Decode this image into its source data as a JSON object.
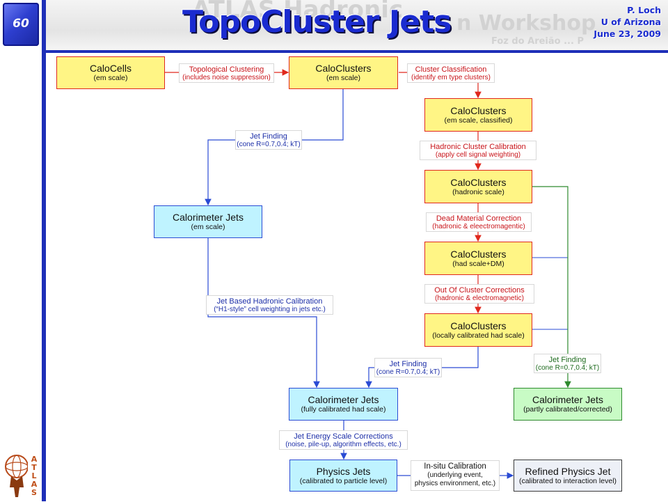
{
  "header": {
    "page_number": "60",
    "title": "TopoCluster Jets",
    "author": "P. Loch",
    "affiliation": "U of Arizona",
    "date": "June 23, 2009",
    "watermark_line1": "ATLAS Hadronic",
    "watermark_line2": "n Workshop",
    "watermark_line3": "Foz do Areião ... P"
  },
  "logo": {
    "text": "ATLAS"
  },
  "colors": {
    "accent_blue": "#1e2fb8",
    "red_path": "#e0281d",
    "blue_path": "#2a4bd4",
    "green_path": "#2e8a2e"
  },
  "nodes": {
    "calocells": {
      "title": "CaloCells",
      "sub": "(em scale)"
    },
    "caloclusters_em": {
      "title": "CaloClusters",
      "sub": "(em scale)"
    },
    "caloclusters_classified": {
      "title": "CaloClusters",
      "sub": "(em scale, classified)"
    },
    "caloclusters_hadronic": {
      "title": "CaloClusters",
      "sub": "(hadronic scale)"
    },
    "caloclusters_dm": {
      "title": "CaloClusters",
      "sub": "(had scale+DM)"
    },
    "caloclusters_local": {
      "title": "CaloClusters",
      "sub": "(locally calibrated had scale)"
    },
    "calojets_em": {
      "title": "Calorimeter Jets",
      "sub": "(em scale)"
    },
    "calojets_full": {
      "title": "Calorimeter Jets",
      "sub": "(fully calibrated had scale)"
    },
    "calojets_partly": {
      "title": "Calorimeter Jets",
      "sub": "(partly calibrated/corrected)"
    },
    "physics_jets": {
      "title": "Physics Jets",
      "sub": "(calibrated to particle level)"
    },
    "refined_jet": {
      "title": "Refined Physics Jet",
      "sub": "(calibrated to interaction level)"
    }
  },
  "edges": {
    "topo_clustering": {
      "title": "Topological Clustering",
      "sub": "(includes noise suppression)"
    },
    "cluster_classification": {
      "title": "Cluster Classification",
      "sub": "(identify em type clusters)"
    },
    "jet_finding_em": {
      "title": "Jet Finding",
      "sub": "(cone R=0.7,0.4; kT)"
    },
    "hadronic_calibration": {
      "title": "Hadronic Cluster Calibration",
      "sub": "(apply cell signal weighting)"
    },
    "dead_material": {
      "title": "Dead Material Correction",
      "sub": "(hadronic & eleectromagentic)"
    },
    "out_of_cluster": {
      "title": "Out Of Cluster Corrections",
      "sub": "(hadronic & electromagnetic)"
    },
    "jet_based_calibration": {
      "title": "Jet Based Hadronic Calibration",
      "sub": "(“H1-style” cell weighting in jets etc.)"
    },
    "jet_finding_local": {
      "title": "Jet Finding",
      "sub": "(cone R=0.7,0.4; kT)"
    },
    "jet_finding_green": {
      "title": "Jet Finding",
      "sub": "(cone R=0.7,0.4; kT)"
    },
    "jes_corrections": {
      "title": "Jet Energy Scale Corrections",
      "sub": "(noise, pile-up, algorithm effects, etc.)"
    },
    "insitu_calibration": {
      "title": "In-situ Calibration",
      "sub": "(underlying event,",
      "sub2": "physics environment, etc.)"
    }
  }
}
